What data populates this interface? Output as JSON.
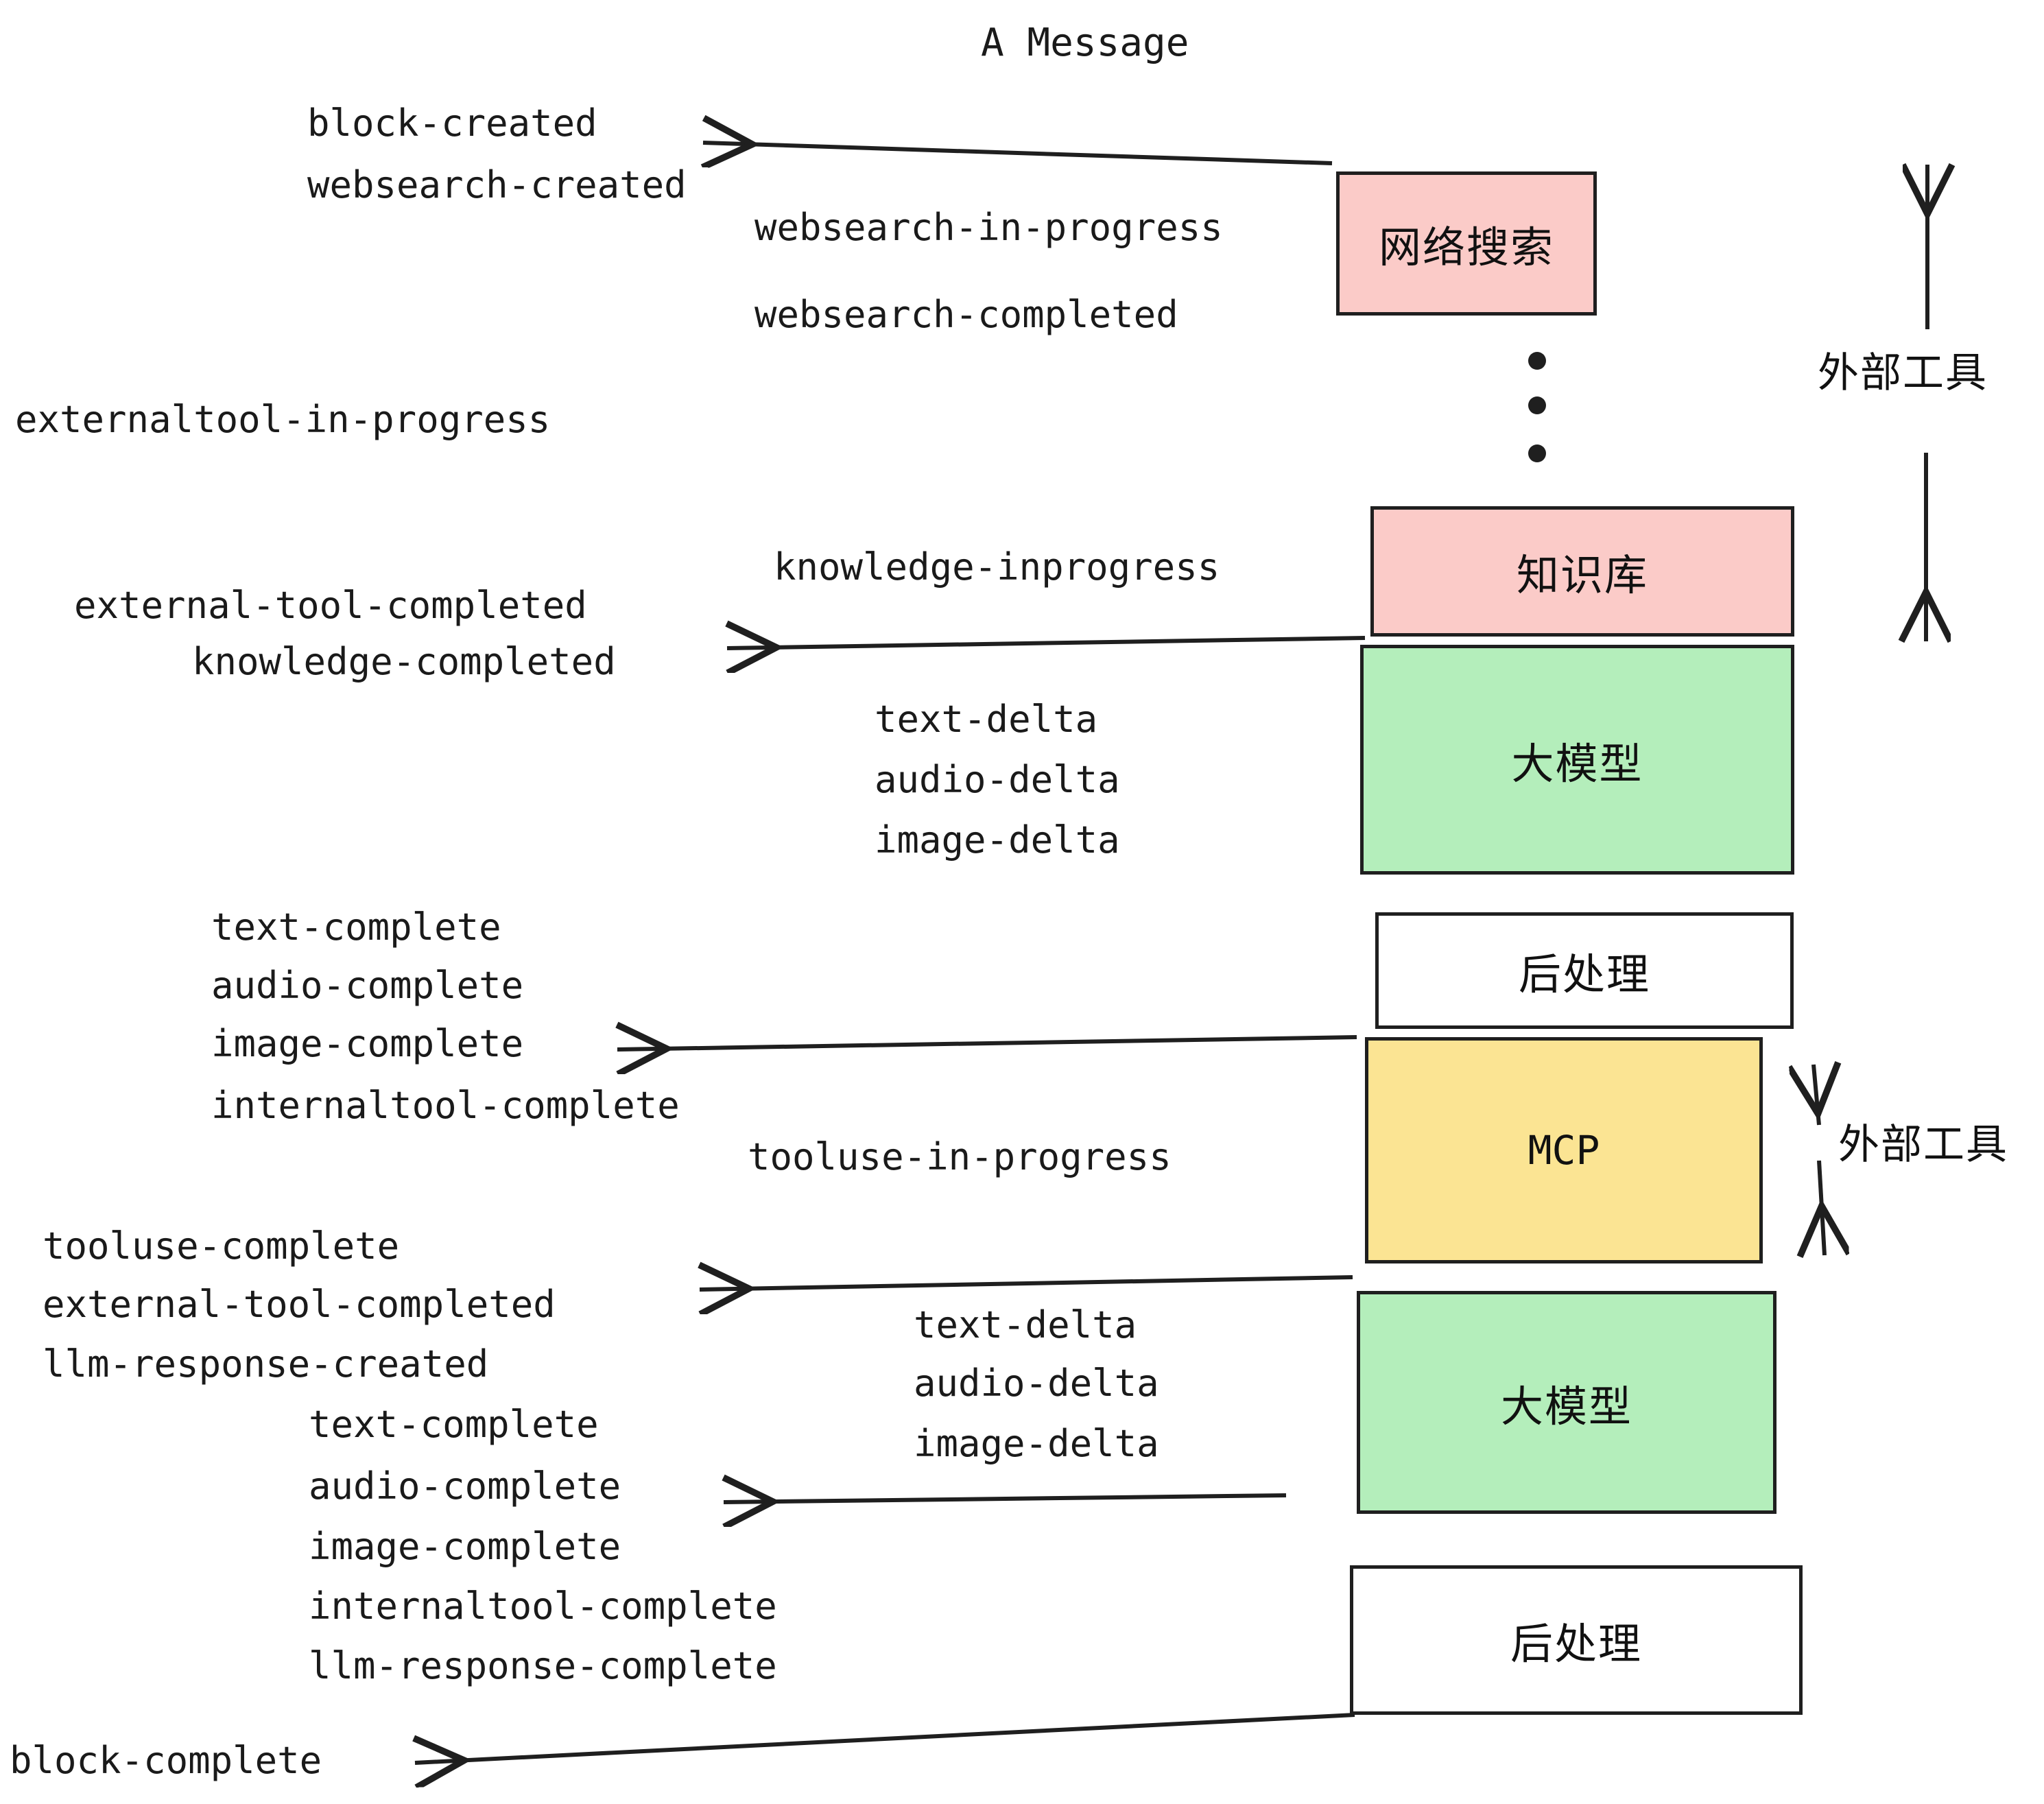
{
  "title": "A Message",
  "colors": {
    "pink": "#fbcbc8",
    "green": "#b4eebb",
    "yellow": "#fbe493",
    "white": "#ffffff",
    "stroke": "#1f1f1f",
    "text": "#1a1a1a"
  },
  "nodes": [
    {
      "id": "websearch",
      "label": "网络搜索",
      "fill": "pink",
      "mono": false
    },
    {
      "id": "knowledge",
      "label": "知识库",
      "fill": "pink",
      "mono": false
    },
    {
      "id": "llm-1",
      "label": "大模型",
      "fill": "green",
      "mono": false
    },
    {
      "id": "postprocess-1",
      "label": "后处理",
      "fill": "white",
      "mono": false
    },
    {
      "id": "mcp",
      "label": "MCP",
      "fill": "yellow",
      "mono": true
    },
    {
      "id": "llm-2",
      "label": "大模型",
      "fill": "green",
      "mono": false
    },
    {
      "id": "postprocess-2",
      "label": "后处理",
      "fill": "white",
      "mono": false
    }
  ],
  "side_labels": [
    {
      "id": "external-tools-top",
      "text": "外部工具"
    },
    {
      "id": "external-tools-bottom",
      "text": "外部工具"
    }
  ],
  "events": [
    {
      "id": "block-created",
      "text": "block-created"
    },
    {
      "id": "websearch-created",
      "text": "websearch-created"
    },
    {
      "id": "websearch-in-progress",
      "text": "websearch-in-progress"
    },
    {
      "id": "websearch-completed",
      "text": "websearch-completed"
    },
    {
      "id": "externaltool-in-progress",
      "text": "externaltool-in-progress"
    },
    {
      "id": "knowledge-inprogress",
      "text": "knowledge-inprogress"
    },
    {
      "id": "external-tool-completed-1",
      "text": "external-tool-completed"
    },
    {
      "id": "knowledge-completed",
      "text": "knowledge-completed"
    },
    {
      "id": "text-delta-1",
      "text": "text-delta"
    },
    {
      "id": "audio-delta-1",
      "text": "audio-delta"
    },
    {
      "id": "image-delta-1",
      "text": "image-delta"
    },
    {
      "id": "text-complete-1",
      "text": "text-complete"
    },
    {
      "id": "audio-complete-1",
      "text": "audio-complete"
    },
    {
      "id": "image-complete-1",
      "text": "image-complete"
    },
    {
      "id": "internaltool-complete-1",
      "text": "internaltool-complete"
    },
    {
      "id": "tooluse-in-progress",
      "text": "tooluse-in-progress"
    },
    {
      "id": "tooluse-complete",
      "text": "tooluse-complete"
    },
    {
      "id": "external-tool-completed-2",
      "text": "external-tool-completed"
    },
    {
      "id": "llm-response-created",
      "text": "llm-response-created"
    },
    {
      "id": "text-delta-2",
      "text": "text-delta"
    },
    {
      "id": "audio-delta-2",
      "text": "audio-delta"
    },
    {
      "id": "image-delta-2",
      "text": "image-delta"
    },
    {
      "id": "text-complete-2",
      "text": "text-complete"
    },
    {
      "id": "audio-complete-2",
      "text": "audio-complete"
    },
    {
      "id": "image-complete-2",
      "text": "image-complete"
    },
    {
      "id": "internaltool-complete-2",
      "text": "internaltool-complete"
    },
    {
      "id": "llm-response-complete",
      "text": "llm-response-complete"
    },
    {
      "id": "block-complete",
      "text": "block-complete"
    }
  ]
}
